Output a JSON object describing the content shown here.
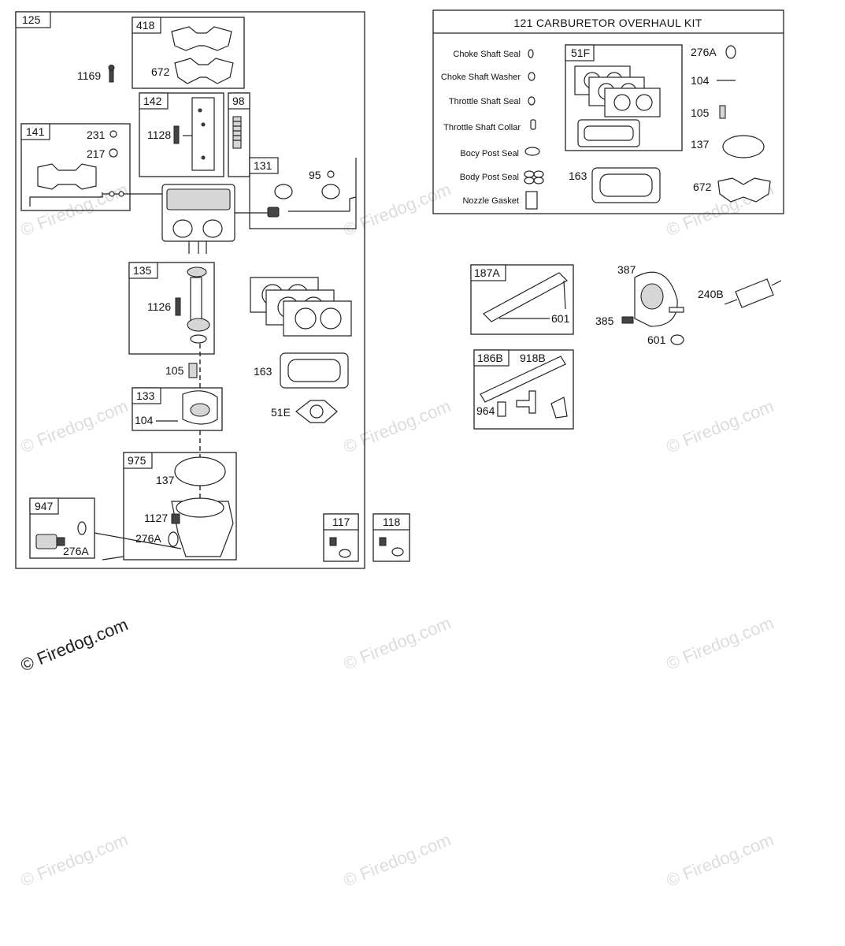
{
  "watermark": {
    "main": "© Firedog.com",
    "faint": "© Firedog.com"
  },
  "left_assembly": {
    "tags": {
      "t125": "125",
      "t418": "418",
      "t142": "142",
      "t98": "98",
      "t141": "141",
      "t131": "131",
      "t135": "135",
      "t133": "133",
      "t975": "975",
      "t947": "947",
      "t117": "117",
      "t118": "118"
    },
    "labels": {
      "n1169": "1169",
      "n672": "672",
      "n1128": "1128",
      "n231": "231",
      "n217": "217",
      "n95": "95",
      "n1126": "1126",
      "n163": "163",
      "n105": "105",
      "n51e": "51E",
      "n104": "104",
      "n137": "137",
      "n1127": "1127",
      "n276a_a": "276A",
      "n276a_b": "276A"
    }
  },
  "kit": {
    "title": "121 CARBURETOR OVERHAUL KIT",
    "items": [
      "Choke Shaft Seal",
      "Choke Shaft Washer",
      "Throttle Shaft Seal",
      "Throttle Shaft Collar",
      "Bocy Post Seal",
      "Body Post Seal",
      "Nozzle Gasket"
    ],
    "tag51f": "51F",
    "labels": {
      "n276a": "276A",
      "n104": "104",
      "n105": "105",
      "n137": "137",
      "n672": "672",
      "n163": "163"
    }
  },
  "fuel": {
    "tags": {
      "t187a": "187A",
      "t186b": "186B"
    },
    "labels": {
      "n601a": "601",
      "n387": "387",
      "n240b": "240B",
      "n385": "385",
      "n601b": "601",
      "n918b": "918B",
      "n964": "964"
    }
  }
}
